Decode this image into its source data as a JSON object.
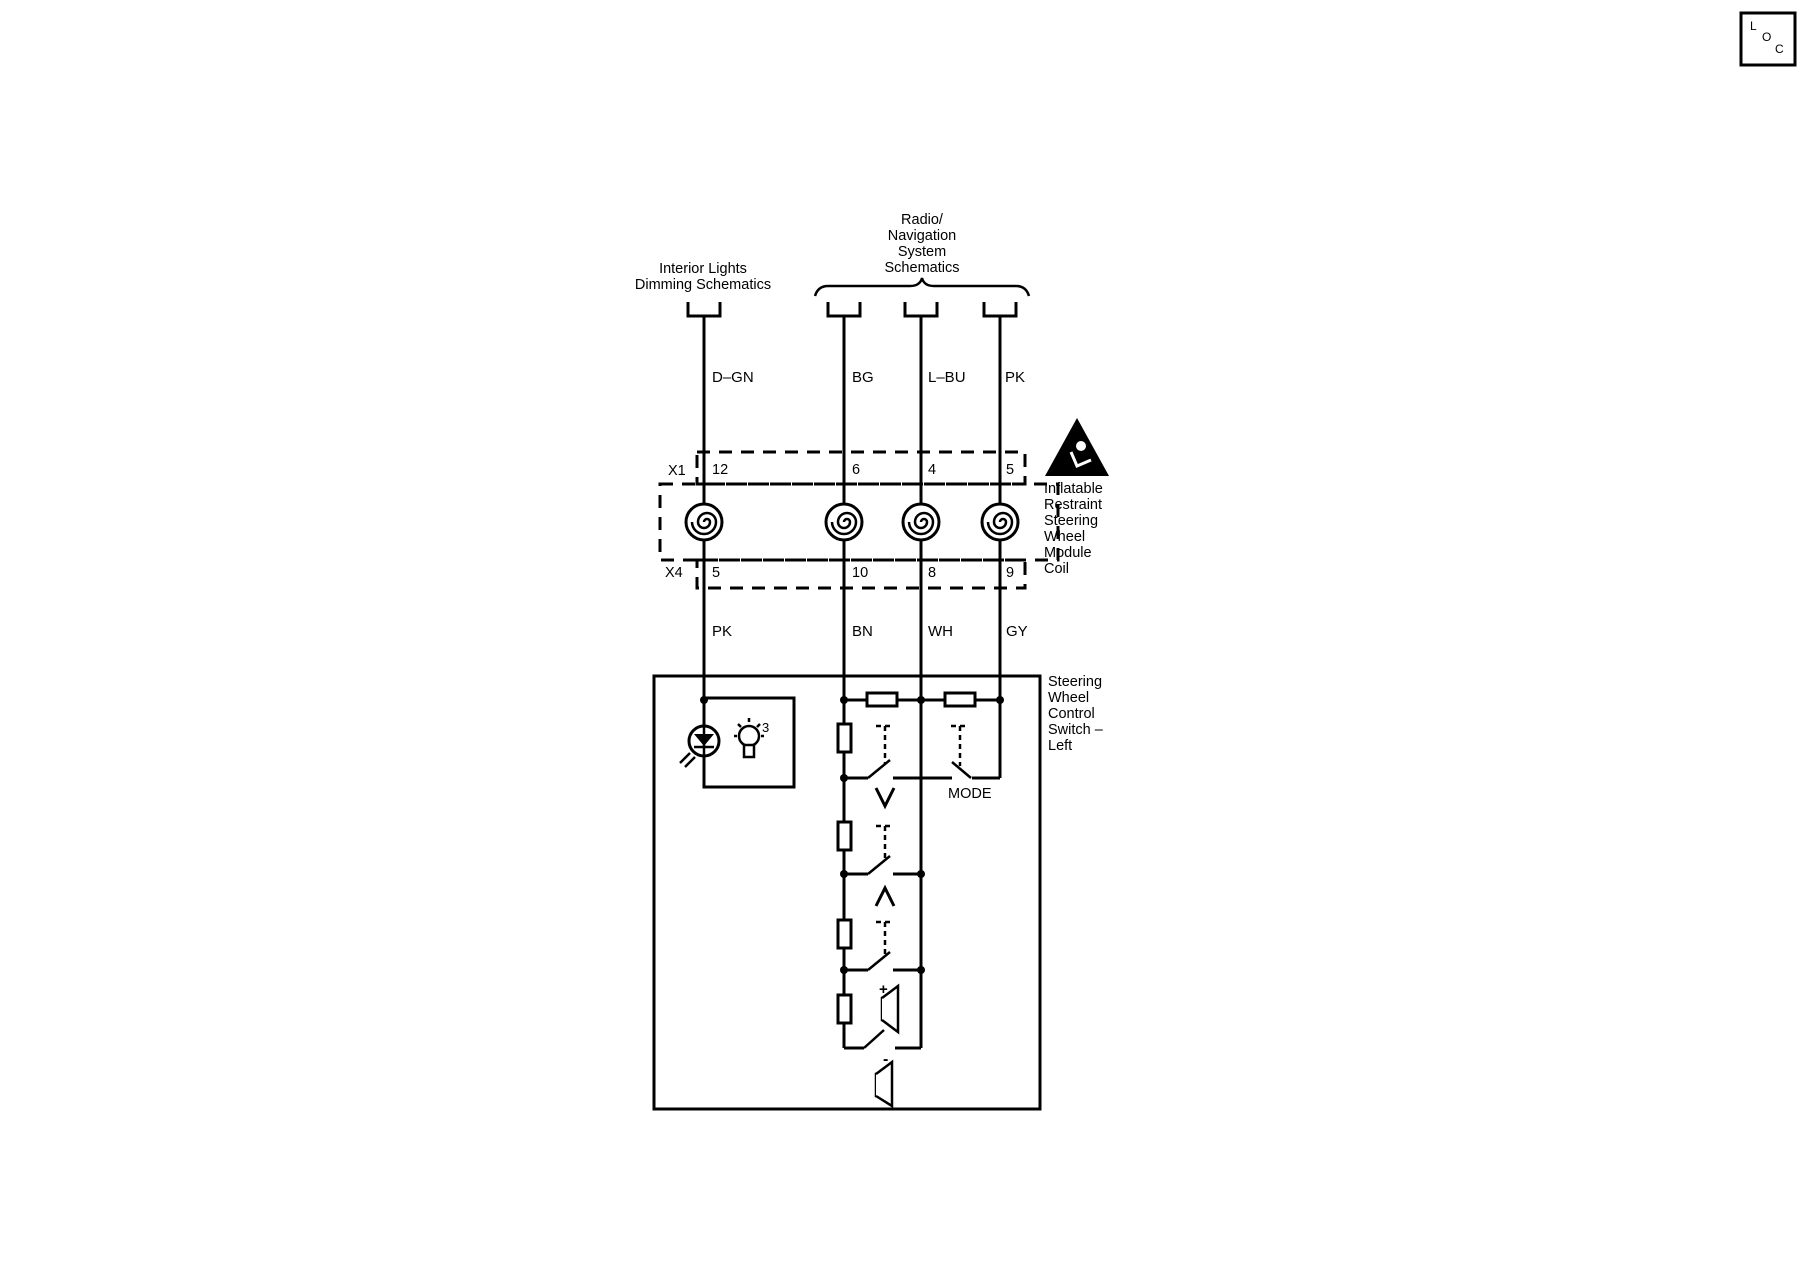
{
  "loc_badge": [
    "L",
    "O",
    "C"
  ],
  "labels": {
    "dimming_l1": "Interior Lights",
    "dimming_l2": "Dimming Schematics",
    "radio_l1": "Radio/",
    "radio_l2": "Navigation",
    "radio_l3": "System",
    "radio_l4": "Schematics",
    "coil_l1": "Inflatable",
    "coil_l2": "Restraint",
    "coil_l3": "Steering",
    "coil_l4": "Wheel",
    "coil_l5": "Module",
    "coil_l6": "Coil",
    "switch_l1": "Steering",
    "switch_l2": "Wheel",
    "switch_l3": "Control",
    "switch_l4": "Switch –",
    "switch_l5": "Left",
    "x1": "X1",
    "x4": "X4",
    "mode": "MODE",
    "bulb_number": "3",
    "plus": "+",
    "minus": "-"
  },
  "wires_top": [
    "D–GN",
    "BG",
    "L–BU",
    "PK"
  ],
  "wires_bottom": [
    "PK",
    "BN",
    "WH",
    "GY"
  ],
  "pins_x1": [
    "12",
    "6",
    "4",
    "5"
  ],
  "pins_x4": [
    "5",
    "10",
    "8",
    "9"
  ],
  "icons": {
    "warning": "airbag-warning-triangle-icon",
    "clockspring": "clockspring-coil-icon",
    "bulb": "lamp-bulb-icon",
    "led": "led-diode-icon",
    "volume_down": "chevron-down-icon",
    "volume_up": "chevron-up-icon",
    "speaker": "speaker-icon"
  }
}
